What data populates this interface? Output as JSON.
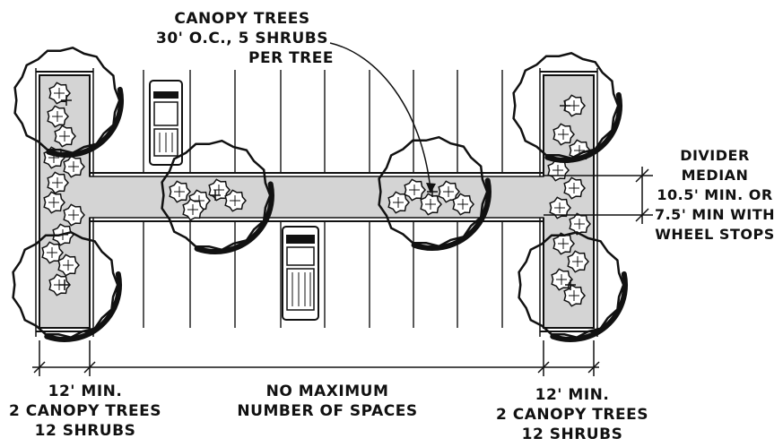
{
  "labels": {
    "canopy_callout": [
      "CANOPY TREES",
      "30' O.C., 5 SHRUBS",
      "PER TREE"
    ],
    "divider_median": [
      "DIVIDER",
      "MEDIAN",
      "10.5' MIN. OR",
      "7.5' MIN WITH",
      "WHEEL STOPS"
    ],
    "left_island": [
      "12' MIN.",
      "2 CANOPY TREES",
      "12 SHRUBS"
    ],
    "center_span": [
      "NO MAXIMUM",
      "NUMBER OF SPACES"
    ],
    "right_island": [
      "12' MIN.",
      "2 CANOPY TREES",
      "12 SHRUBS"
    ]
  }
}
